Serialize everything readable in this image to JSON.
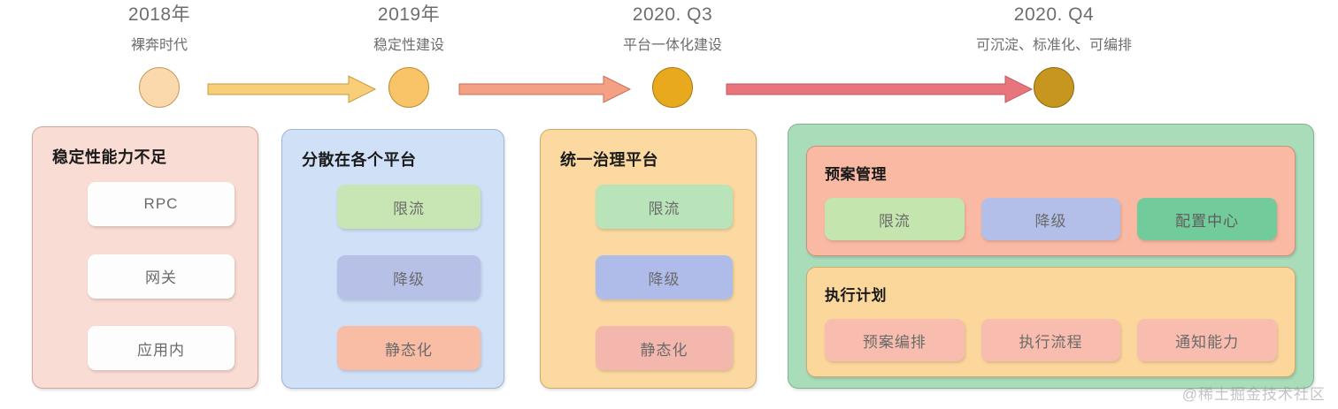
{
  "timeline": {
    "nodes": [
      {
        "year": "2018年",
        "subtitle": "裸奔时代",
        "dot_color": "#FBD9AC",
        "dot_border": "#C89A5E"
      },
      {
        "year": "2019年",
        "subtitle": "稳定性建设",
        "dot_color": "#F9C468",
        "dot_border": "#BE8F34"
      },
      {
        "year": "2020. Q3",
        "subtitle": "平台一体化建设",
        "dot_color": "#E8A91F",
        "dot_border": "#A87B16"
      },
      {
        "year": "2020. Q4",
        "subtitle": "可沉淀、标准化、可编排",
        "dot_color": "#C6961F",
        "dot_border": "#8E6C14"
      }
    ],
    "arrows": [
      {
        "name": "arrow-2018-2019",
        "fill": "#F8CE79",
        "stroke": "#C79A3E"
      },
      {
        "name": "arrow-2019-2020q3",
        "fill": "#F4A183",
        "stroke": "#C4705A"
      },
      {
        "name": "arrow-2020q3-2020q4",
        "fill": "#E8757C",
        "stroke": "#BD5A62"
      }
    ]
  },
  "panels": [
    {
      "id": "stability-gap",
      "title": "稳定性能力不足",
      "bg": "#F9DCD3",
      "border": "#D3A79C",
      "chips": [
        {
          "label": "RPC",
          "bg": "#FDFDFD",
          "color": "#6a6a6a"
        },
        {
          "label": "网关",
          "bg": "#FDFDFD",
          "color": "#6a6a6a"
        },
        {
          "label": "应用内",
          "bg": "#FDFDFD",
          "color": "#6a6a6a"
        }
      ]
    },
    {
      "id": "scattered-platforms",
      "title": "分散在各个平台",
      "bg": "#CFE0F7",
      "border": "#9FB6D4",
      "chips": [
        {
          "label": "限流",
          "bg": "#C7E6B4",
          "color": "#6a6a6a"
        },
        {
          "label": "降级",
          "bg": "#B7C1E8",
          "color": "#6a6a6a"
        },
        {
          "label": "静态化",
          "bg": "#F9BCA4",
          "color": "#6a6a6a"
        }
      ]
    },
    {
      "id": "unified-governance",
      "title": "统一治理平台",
      "bg": "#FBD9A0",
      "border": "#CBA96F",
      "chips": [
        {
          "label": "限流",
          "bg": "#B9E3B9",
          "color": "#6a6a6a"
        },
        {
          "label": "降级",
          "bg": "#AFBCEA",
          "color": "#6a6a6a"
        },
        {
          "label": "静态化",
          "bg": "#F3B7AE",
          "color": "#6a6a6a"
        }
      ]
    }
  ],
  "panel4": {
    "id": "orchestration-platform",
    "bg": "#A9DDBA",
    "border": "#7FB392",
    "sections": [
      {
        "id": "plan-management",
        "title": "预案管理",
        "bg": "#FAB9A3",
        "border": "#CE8E7C",
        "chips": [
          {
            "label": "限流",
            "bg": "#C4E5AE",
            "color": "#6a6a6a"
          },
          {
            "label": "降级",
            "bg": "#B3BFE8",
            "color": "#6a6a6a"
          },
          {
            "label": "配置中心",
            "bg": "#72CB9B",
            "color": "#5d5d5d"
          }
        ]
      },
      {
        "id": "execution-plan",
        "title": "执行计划",
        "bg": "#FBD79C",
        "border": "#CFAA6C",
        "chips": [
          {
            "label": "预案编排",
            "bg": "#F8BDAE",
            "color": "#6a6a6a"
          },
          {
            "label": "执行流程",
            "bg": "#F8BDAE",
            "color": "#6a6a6a"
          },
          {
            "label": "通知能力",
            "bg": "#F8BDAE",
            "color": "#6a6a6a"
          }
        ]
      }
    ]
  },
  "watermark": "@稀土掘金技术社区"
}
